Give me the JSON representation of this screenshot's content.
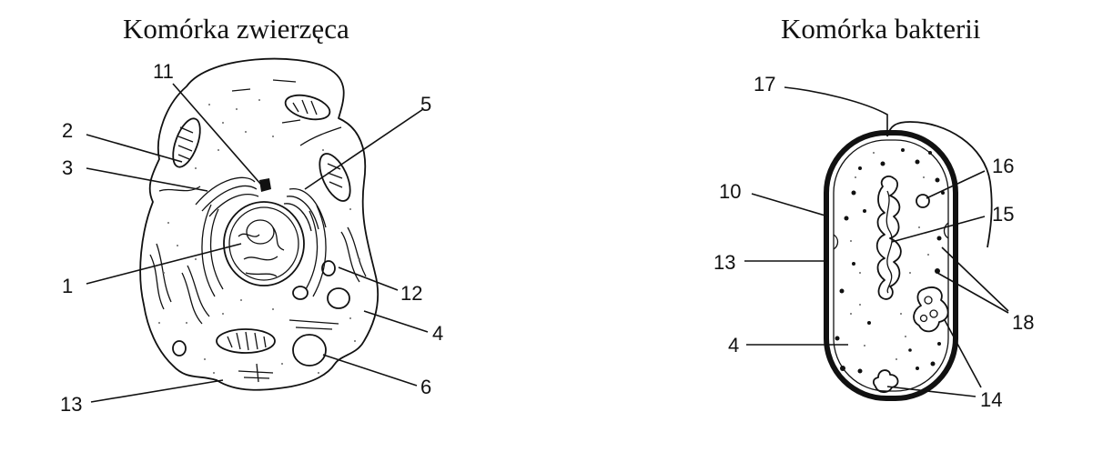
{
  "titles": {
    "animal_cell": "Komórka zwierzęca",
    "bacterial_cell": "Komórka bakterii"
  },
  "animal_labels": [
    "11",
    "5",
    "2",
    "3",
    "1",
    "12",
    "4",
    "6",
    "13"
  ],
  "bacteria_labels": [
    "17",
    "16",
    "10",
    "15",
    "13",
    "18",
    "4",
    "14"
  ]
}
